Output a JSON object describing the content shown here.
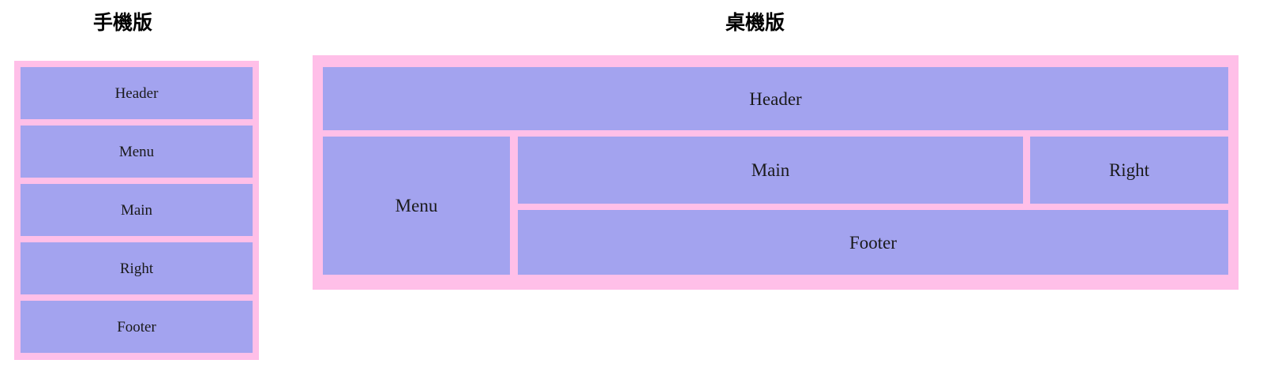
{
  "page": {
    "background_color": "#ffffff",
    "frame_color": "#ffbfe8",
    "block_color": "#a3a3ef",
    "text_color": "#1a1a1a"
  },
  "sections": [
    {
      "id": "mobile",
      "title": "手機版",
      "layout": "stacked-single-column",
      "blocks": [
        {
          "id": "header",
          "label": "Header"
        },
        {
          "id": "menu",
          "label": "Menu"
        },
        {
          "id": "main",
          "label": "Main"
        },
        {
          "id": "right",
          "label": "Right"
        },
        {
          "id": "footer",
          "label": "Footer"
        }
      ]
    },
    {
      "id": "desktop",
      "title": "桌機版",
      "layout": "holy-grail-grid",
      "blocks": [
        {
          "id": "header",
          "label": "Header"
        },
        {
          "id": "menu",
          "label": "Menu"
        },
        {
          "id": "main",
          "label": "Main"
        },
        {
          "id": "right",
          "label": "Right"
        },
        {
          "id": "footer",
          "label": "Footer"
        }
      ]
    }
  ]
}
